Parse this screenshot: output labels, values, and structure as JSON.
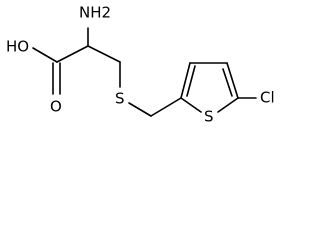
{
  "molecule": {
    "atoms": {
      "amine": "NH2",
      "hydroxyl": "HO",
      "carbonyl_oxygen": "O",
      "thioether_sulfur": "S",
      "ring_sulfur": "S",
      "chlorine": "Cl"
    }
  }
}
